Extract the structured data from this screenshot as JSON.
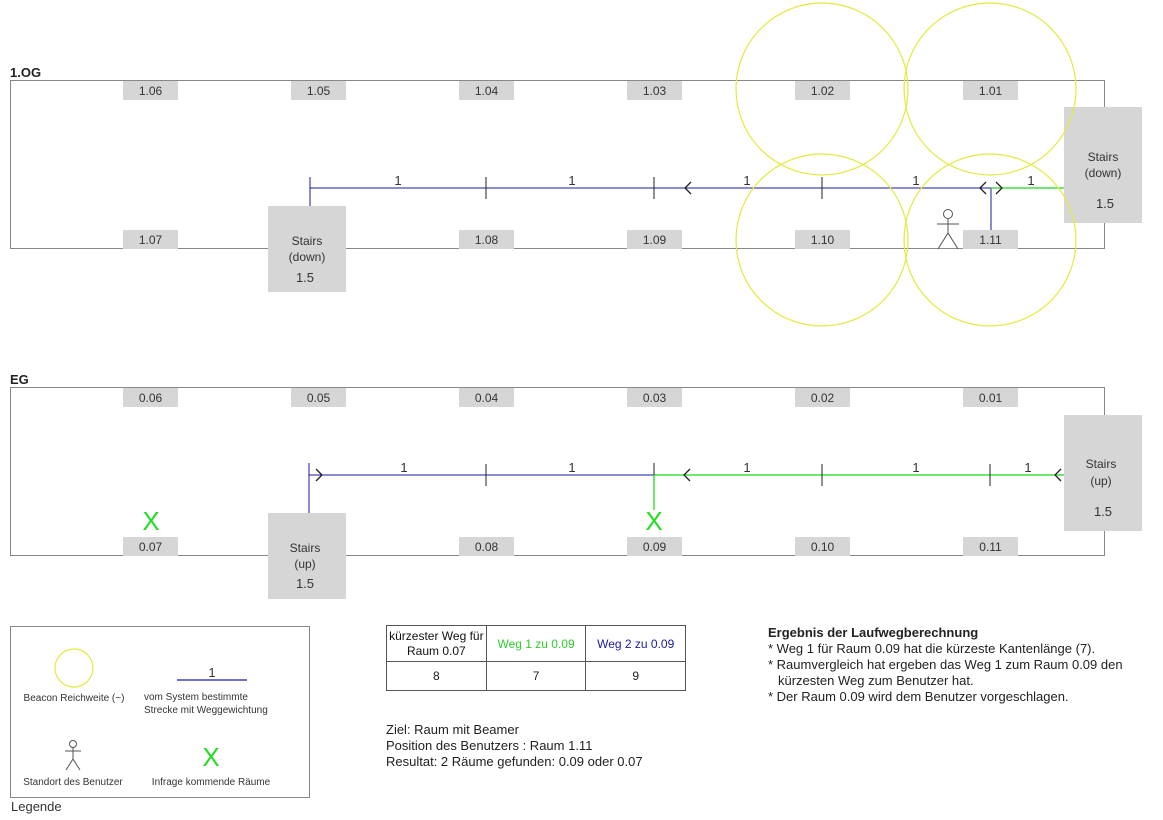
{
  "floors": {
    "og": {
      "label": "1.OG",
      "rooms_top": [
        "1.06",
        "1.05",
        "1.04",
        "1.03",
        "1.02",
        "1.01"
      ],
      "rooms_bottom": [
        "1.07",
        "",
        "1.08",
        "1.09",
        "1.10",
        "1.11"
      ],
      "stairs_left": {
        "line1": "Stairs",
        "line2": "(down)",
        "weight": "1.5"
      },
      "stairs_right": {
        "line1": "Stairs",
        "line2": "(down)",
        "weight": "1.5"
      },
      "edge_weights": [
        "1",
        "1",
        "1",
        "1",
        "1"
      ]
    },
    "eg": {
      "label": "EG",
      "rooms_top": [
        "0.06",
        "0.05",
        "0.04",
        "0.03",
        "0.02",
        "0.01"
      ],
      "rooms_bottom": [
        "0.07",
        "",
        "0.08",
        "0.09",
        "0.10",
        "0.11"
      ],
      "stairs_left": {
        "line1": "Stairs",
        "line2": "(up)",
        "weight": "1.5"
      },
      "stairs_right": {
        "line1": "Stairs",
        "line2": "(up)",
        "weight": "1.5"
      },
      "edge_weights": [
        "1",
        "1",
        "1",
        "1",
        "1"
      ]
    }
  },
  "legend": {
    "caption": "Legende",
    "beacon_label": "Beacon Reichweite (~)",
    "edge_sample_weight": "1",
    "edge_label_line1": "vom System bestimmte",
    "edge_label_line2": "Strecke mit Weggewichtung",
    "user_label": "Standort des Benutzer",
    "candidate_mark": "X",
    "candidate_label": "Infrage kommende Räume"
  },
  "results_table": {
    "headers": [
      "kürzester Weg für Raum 0.07",
      "Weg 1 zu 0.09",
      "Weg 2 zu 0.09"
    ],
    "values": [
      "8",
      "7",
      "9"
    ]
  },
  "info": {
    "line1": "Ziel: Raum mit Beamer",
    "line2": "Position des Benutzers : Raum 1.11",
    "line3": "Resultat: 2 Räume gefunden: 0.09 oder 0.07"
  },
  "result": {
    "title": "Ergebnis der Laufwegberechnung",
    "bullet1": "* Weg 1 für Raum 0.09 hat die kürzeste Kantenlänge (7).",
    "bullet2a": "* Raumvergleich hat ergeben das Weg 1 zum Raum 0.09 den",
    "bullet2b": "kürzesten Weg zum Benutzer hat.",
    "bullet3": "* Der Raum 0.09 wird dem Benutzer vorgeschlagen."
  },
  "colors": {
    "beacon": "#e3ea3f",
    "route_blue": "#1a1aa6",
    "route_green": "#3ee03e",
    "room_fill": "#d6d6d6",
    "wall": "#888888",
    "candidate": "#22dd22"
  }
}
